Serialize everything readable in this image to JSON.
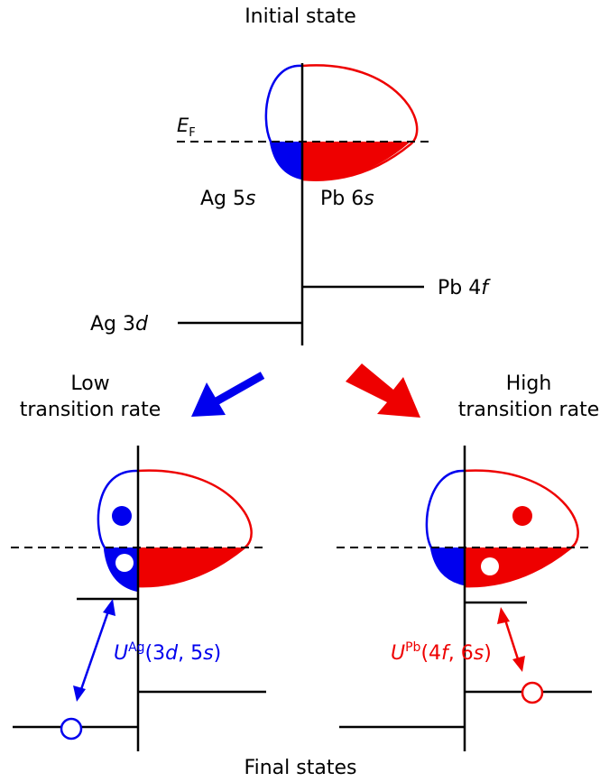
{
  "labels": {
    "initial_state": "Initial state",
    "final_states": "Final states",
    "ef_main": "E",
    "ef_sub": "F",
    "ag5s_main": "Ag 5",
    "ag5s_orb": "s",
    "pb6s_main": "Pb 6",
    "pb6s_orb": "s",
    "pb4f_main": "Pb 4",
    "pb4f_orb": "f",
    "ag3d_main": "Ag 3",
    "ag3d_orb": "d",
    "low_line1": "Low",
    "low_line2": "transition rate",
    "high_line1": "High",
    "high_line2": "transition rate",
    "u_ag_U": "U",
    "u_ag_sup": "Ag",
    "u_ag_open": "(3",
    "u_ag_d": "d",
    "u_ag_mid": ", 5",
    "u_ag_s": "s",
    "u_ag_close": ")",
    "u_pb_U": "U",
    "u_pb_sup": "Pb",
    "u_pb_open": "(4",
    "u_pb_f": "f",
    "u_pb_mid": ", 6",
    "u_pb_s": "s",
    "u_pb_close": ")"
  },
  "colors": {
    "ag": "#0000ee",
    "pb": "#ee0000",
    "line": "#000000"
  }
}
